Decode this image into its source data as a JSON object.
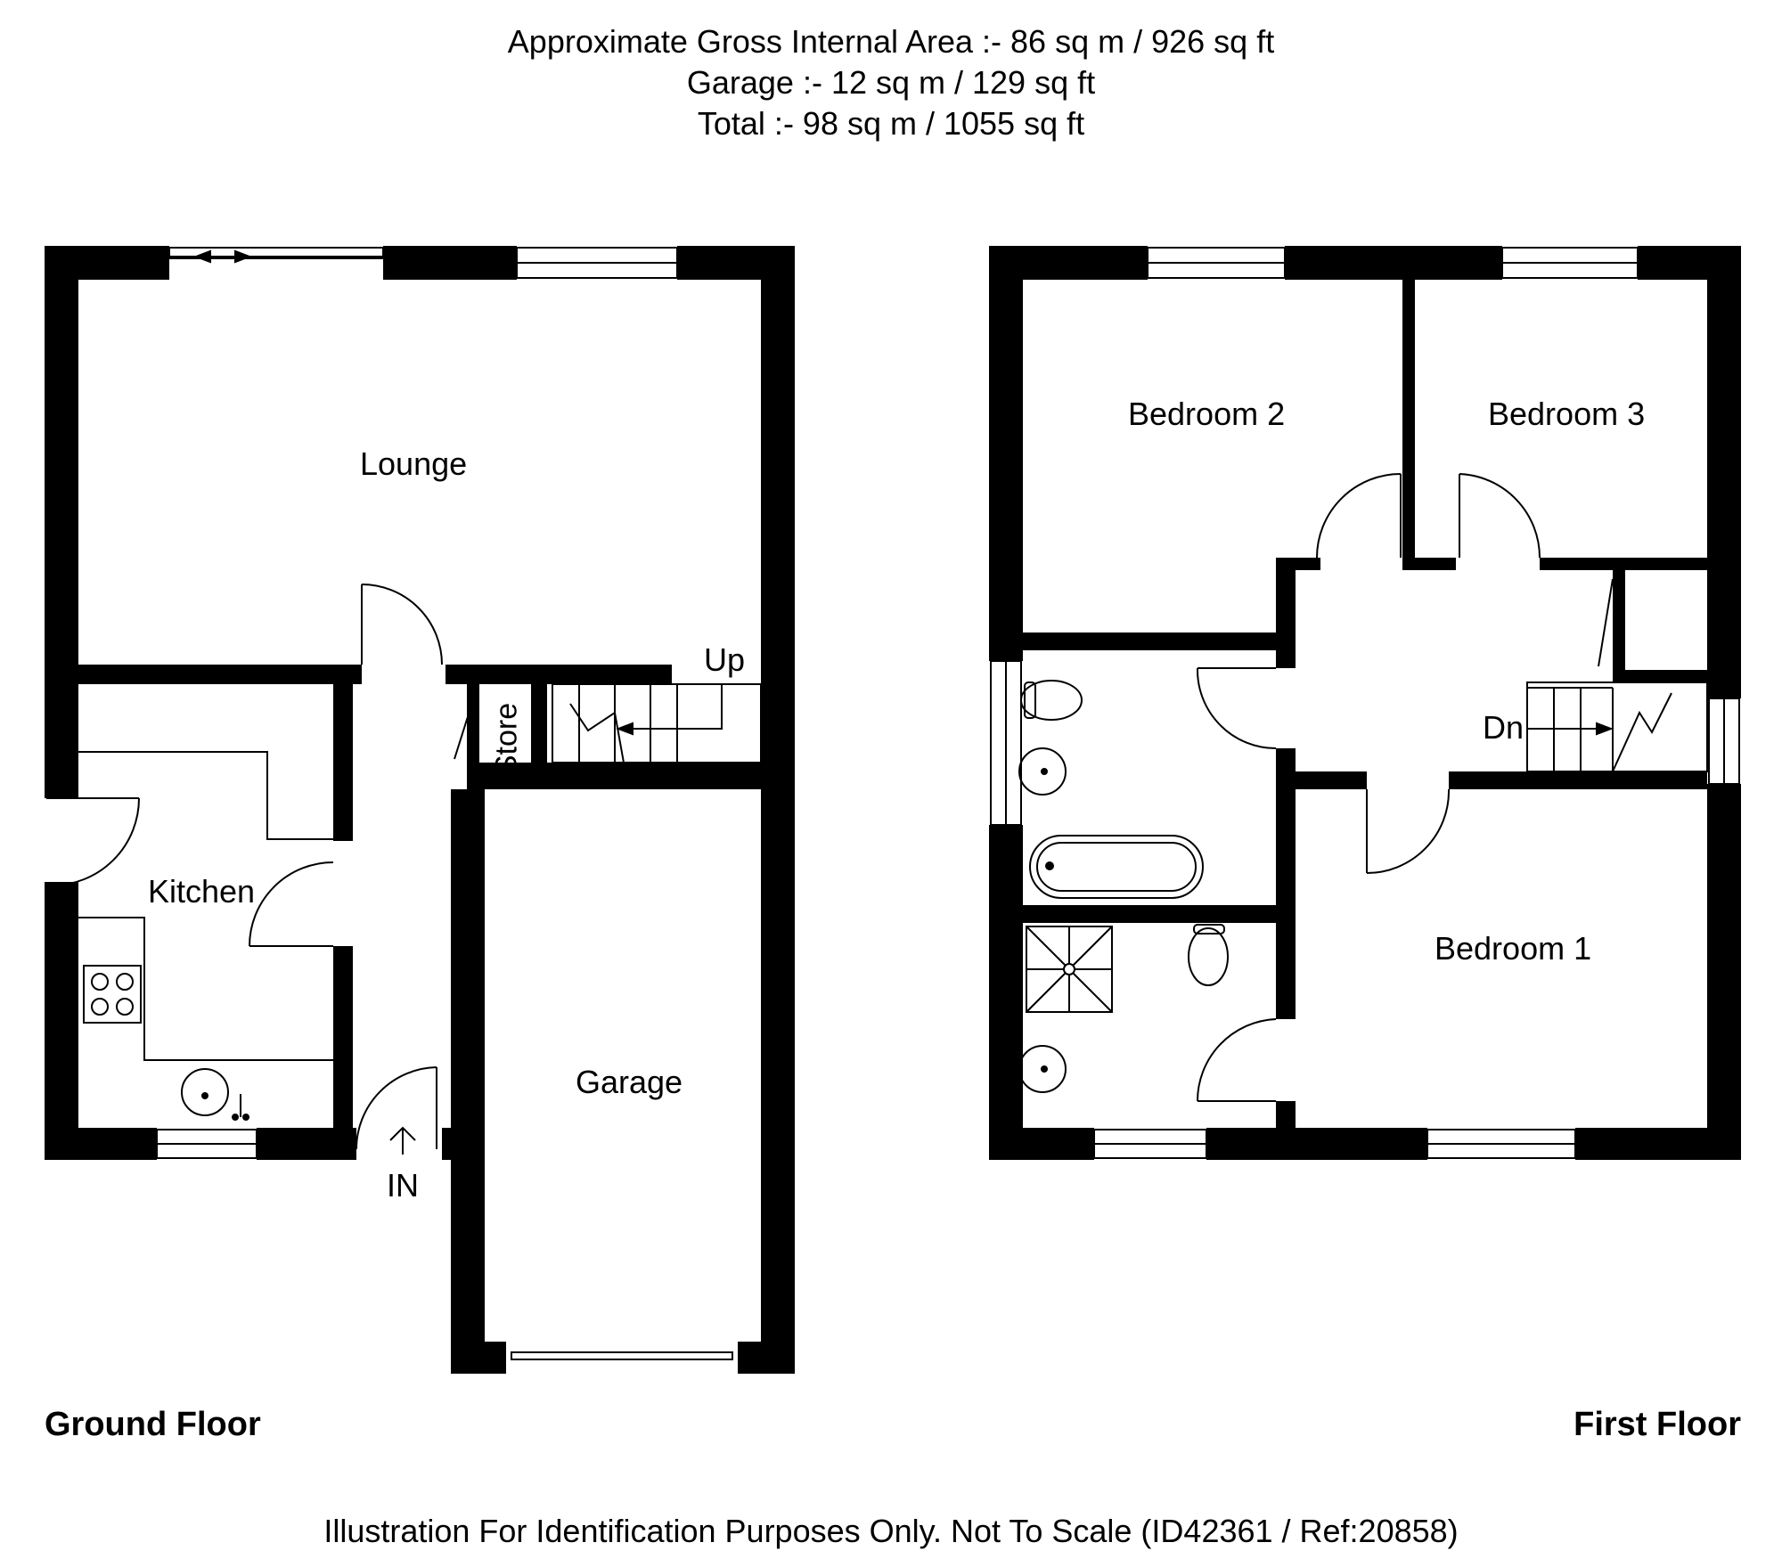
{
  "header": {
    "line1": "Approximate Gross Internal Area :- 86 sq m / 926 sq ft",
    "line2": "Garage :- 12 sq m / 129 sq ft",
    "line3": "Total :- 98 sq m / 1055 sq ft"
  },
  "ground_floor": {
    "title": "Ground Floor",
    "rooms": {
      "lounge": "Lounge",
      "kitchen": "Kitchen",
      "store": "Store",
      "garage": "Garage"
    },
    "stairs_label": "Up",
    "entrance_label": "IN"
  },
  "first_floor": {
    "title": "First Floor",
    "rooms": {
      "bedroom1": "Bedroom 1",
      "bedroom2": "Bedroom 2",
      "bedroom3": "Bedroom 3"
    },
    "stairs_label": "Dn"
  },
  "footer": {
    "disclaimer": "Illustration For Identification Purposes Only. Not To Scale (ID42361 / Ref:20858)"
  },
  "colors": {
    "wall": "#000000",
    "background": "#ffffff"
  }
}
